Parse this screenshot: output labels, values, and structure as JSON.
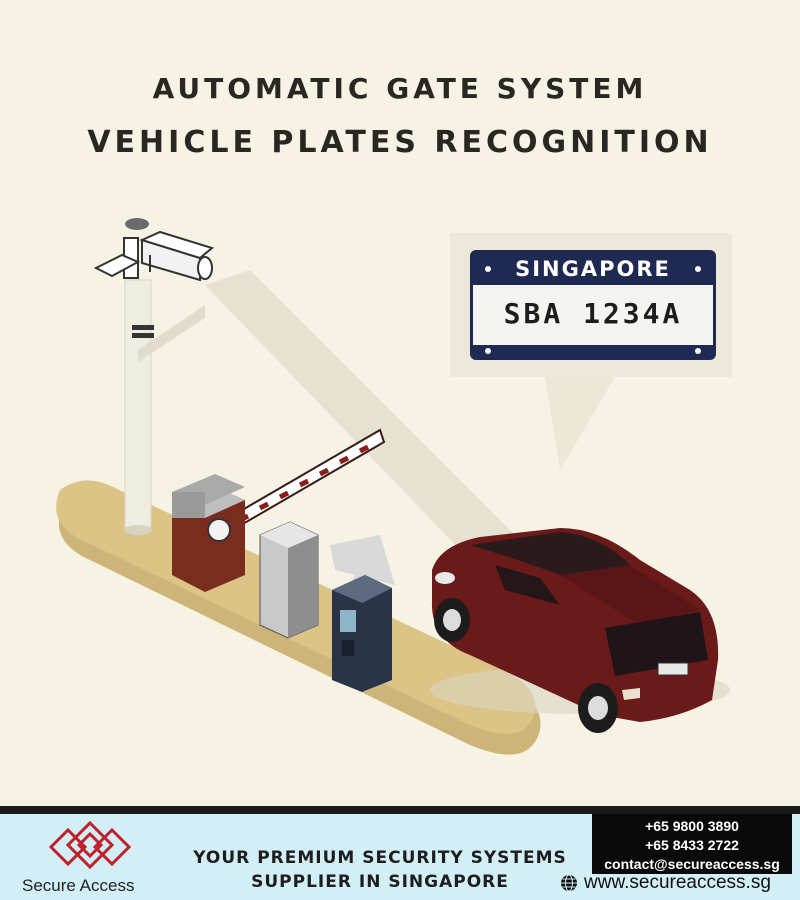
{
  "header": {
    "line1": "AUTOMATIC GATE SYSTEM",
    "line2": "VEHICLE PLATES RECOGNITION"
  },
  "plate": {
    "region": "SINGAPORE",
    "number": "SBA 1234A"
  },
  "icons": {
    "camera": "cctv-camera-icon",
    "barrier": "boom-barrier-icon",
    "ticket_machine": "ticket-machine-icon",
    "arrow": "direction-arrow-icon",
    "car": "car-icon",
    "logo": "secure-access-logo",
    "globe": "globe-icon"
  },
  "footer": {
    "brand": "Secure Access",
    "tagline_line1": "YOUR PREMIUM SECURITY SYSTEMS",
    "tagline_line2": "SUPPLIER IN SINGAPORE",
    "phone1": "+65 9800 3890",
    "phone2": "+65 8433 2722",
    "email": "contact@secureaccess.sg",
    "website": "www.secureaccess.sg"
  },
  "colors": {
    "background": "#f6f2e4",
    "plate_blue": "#1f2a52",
    "car_red": "#6b1a1a",
    "footer_bg": "#d2eef6",
    "contact_bg": "#0a0a0a",
    "logo_red": "#c0202a"
  }
}
